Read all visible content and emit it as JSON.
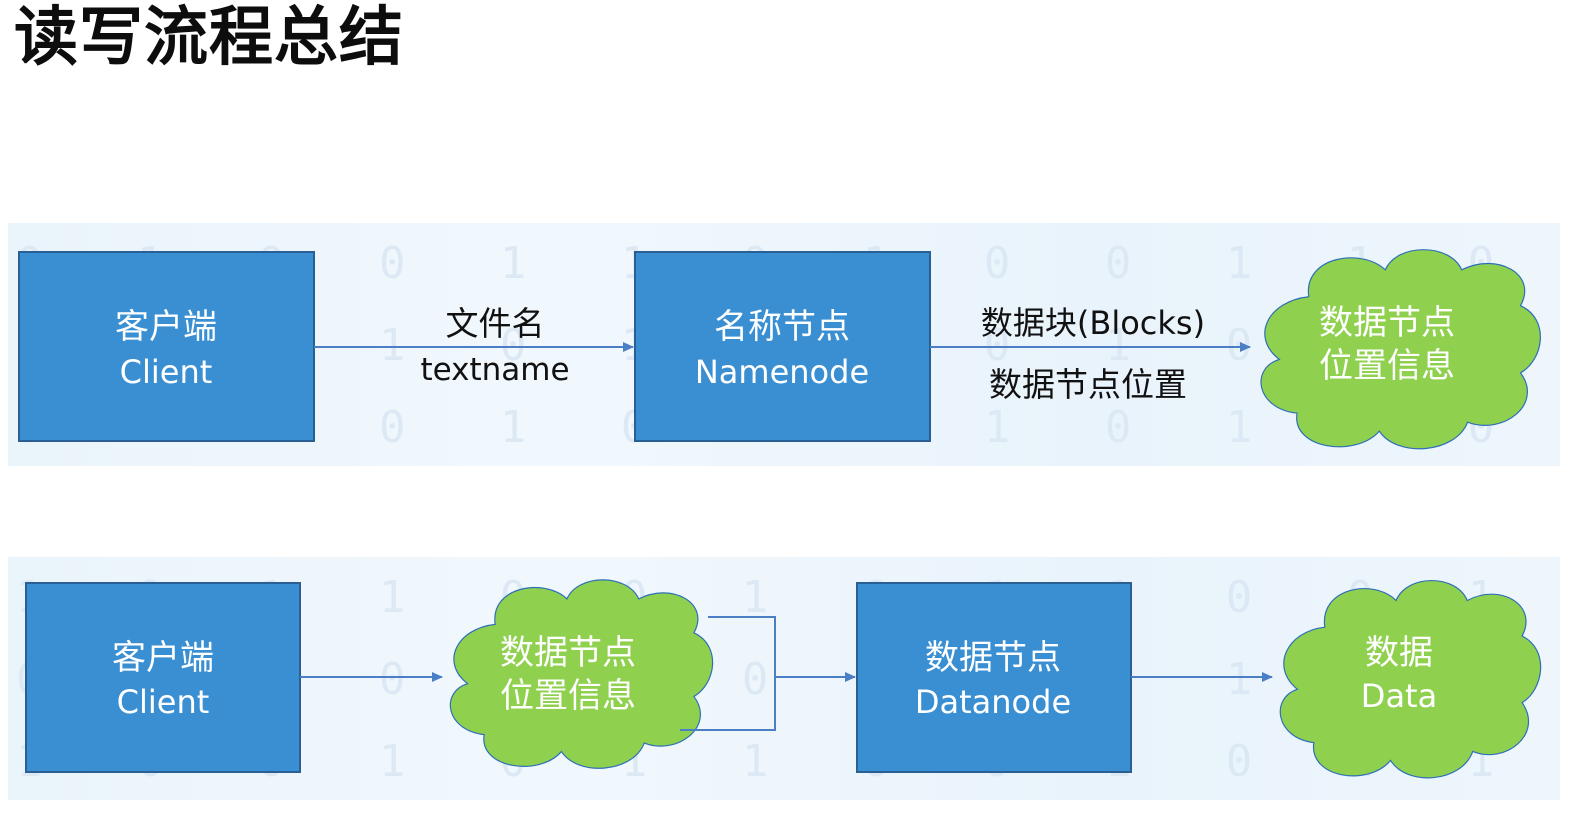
{
  "title": "读写流程总结",
  "colors": {
    "node_fill": "#3a8fd3",
    "node_stroke": "#2a5f94",
    "cloud_fill": "#8fd14f",
    "cloud_stroke": "#2e6fb8",
    "arrow": "#4a7fc6",
    "label_text": "#111111",
    "node_text": "#ffffff"
  },
  "read_flow": {
    "client": {
      "line1": "客户端",
      "line2": "Client"
    },
    "edge1": {
      "line1": "文件名",
      "line2": "textname"
    },
    "namenode": {
      "line1": "名称节点",
      "line2": "Namenode"
    },
    "edge2": {
      "line1": "数据块(Blocks)",
      "line2": "数据节点位置"
    },
    "cloud": {
      "line1": "数据节点",
      "line2": "位置信息"
    }
  },
  "write_flow": {
    "client": {
      "line1": "客户端",
      "line2": "Client"
    },
    "cloud1": {
      "line1": "数据节点",
      "line2": "位置信息"
    },
    "datanode": {
      "line1": "数据节点",
      "line2": "Datanode"
    },
    "cloud2": {
      "line1": "数据",
      "line2": "Data"
    }
  }
}
